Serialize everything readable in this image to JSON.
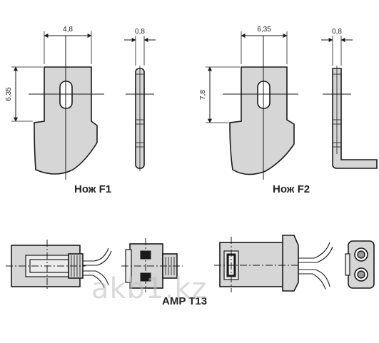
{
  "labels": {
    "f1": "Нож F1",
    "f2": "Нож F2",
    "amp": "AMP T13"
  },
  "dimensions": {
    "f1_width": "4,8",
    "f1_thickness": "0,8",
    "f1_height": "6,35",
    "f2_width": "6,35",
    "f2_thickness": "0,8",
    "f2_height": "7,8"
  },
  "watermark": "akb1.kz",
  "colors": {
    "metal": "#d6d6d6",
    "outline": "#1a1a1a",
    "watermark": "#bcbcbc"
  }
}
